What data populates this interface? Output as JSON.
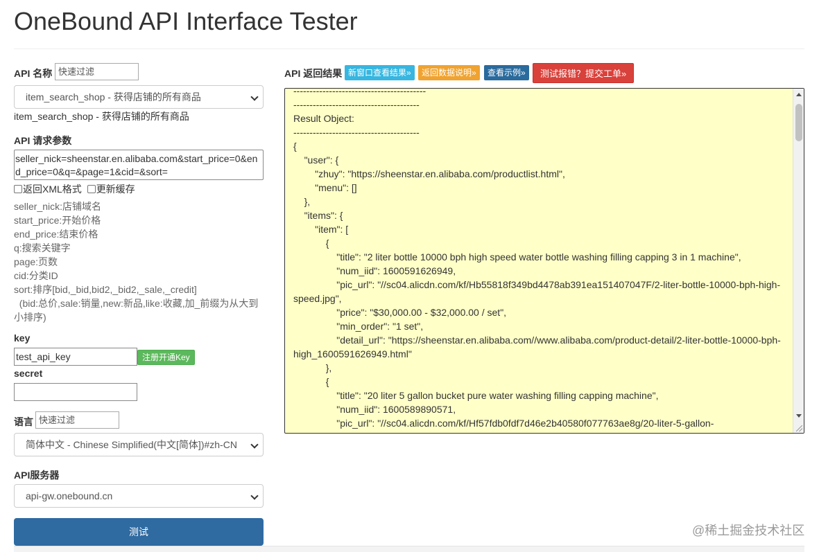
{
  "page": {
    "title": "OneBound API Interface Tester"
  },
  "api_name": {
    "label": "API 名称",
    "filter_placeholder": "快速过滤",
    "selected": "item_search_shop - 获得店铺的所有商品",
    "description": "item_search_shop - 获得店铺的所有商品"
  },
  "params": {
    "label": "API 请求参数",
    "value": "seller_nick=sheenstar.en.alibaba.com&start_price=0&end_price=0&q=&page=1&cid=&sort=",
    "checkbox_xml": "返回XML格式",
    "checkbox_cache": "更新缓存",
    "help": [
      "seller_nick:店铺域名",
      "start_price:开始价格",
      "end_price:结束价格",
      "q:搜索关键字",
      "page:页数",
      "cid:分类ID",
      "sort:排序[bid,_bid,bid2,_bid2,_sale,_credit]",
      "  (bid:总价,sale:销量,new:新品,like:收藏,加_前缀为从大到小排序)"
    ]
  },
  "key": {
    "label": "key",
    "value": "test_api_key",
    "register_button": "注册开通Key"
  },
  "secret": {
    "label": "secret",
    "value": ""
  },
  "language": {
    "label": "语言",
    "filter_placeholder": "快速过滤",
    "selected": "简体中文 - Chinese Simplified(中文[简体])#zh-CN"
  },
  "server": {
    "label": "API服务器",
    "selected": "api-gw.onebound.cn"
  },
  "test_button": "测试",
  "result": {
    "label": "API 返回结果",
    "buttons": {
      "new_window": "新窗口查看结果»",
      "data_doc": "返回数据说明»",
      "example": "查看示例»",
      "report": "测试报错？提交工单»"
    },
    "content": "-----------------------------------------\n---------------------------------------\nResult Object:\n---------------------------------------\n{\n\t\"user\": {\n\t\t\"zhuy\": \"https://sheenstar.en.alibaba.com/productlist.html\",\n\t\t\"menu\": []\n\t},\n\t\"items\": {\n\t\t\"item\": [\n\t\t\t{\n\t\t\t\t\"title\": \"2 liter bottle 10000 bph high speed water bottle washing filling capping 3 in 1 machine\",\n\t\t\t\t\"num_iid\": 1600591626949,\n\t\t\t\t\"pic_url\": \"//sc04.alicdn.com/kf/Hb55818f349bd4478ab391ea151407047F/2-liter-bottle-10000-bph-high-speed.jpg\",\n\t\t\t\t\"price\": \"$30,000.00 - $32,000.00 / set\",\n\t\t\t\t\"min_order\": \"1 set\",\n\t\t\t\t\"detail_url\": \"https://sheenstar.en.alibaba.com//www.alibaba.com/product-detail/2-liter-bottle-10000-bph-high_1600591626949.html\"\n\t\t\t},\n\t\t\t{\n\t\t\t\t\"title\": \"20 liter 5 gallon bucket pure water washing filling capping machine\",\n\t\t\t\t\"num_iid\": 1600589890571,\n\t\t\t\t\"pic_url\": \"//sc04.alicdn.com/kf/Hf57fdb0fdf7d46e2b40580f077763ae8g/20-liter-5-gallon-"
  },
  "watermark": "@稀土掘金技术社区",
  "colors": {
    "result_bg": "#ffffc8",
    "test_button": "#2f6aa1",
    "key_button": "#5cb85c",
    "info_button": "#36b6e0",
    "warning_button": "#f0a330",
    "primary_button": "#2a6b9d",
    "danger_button": "#d9413b"
  }
}
